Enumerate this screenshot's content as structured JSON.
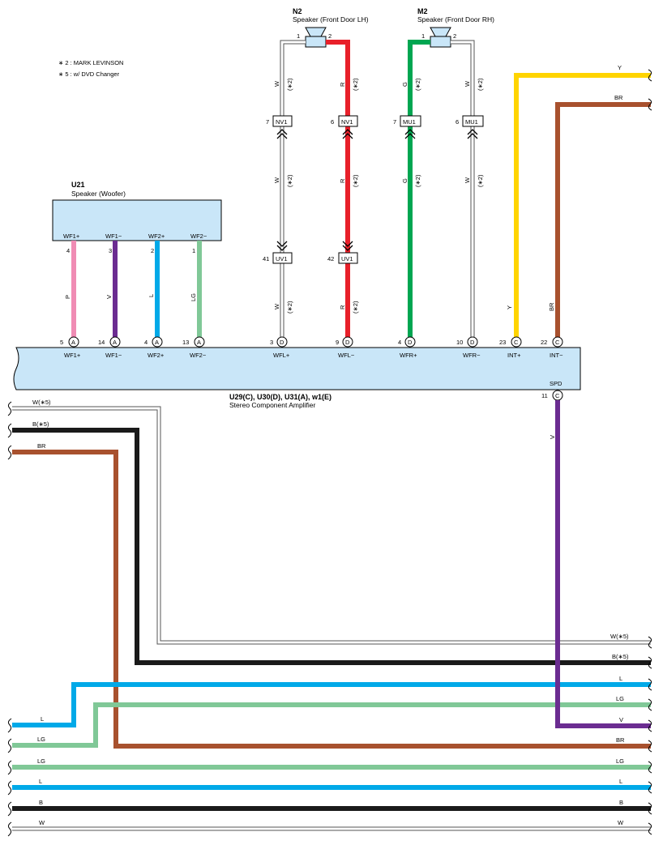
{
  "notes": {
    "n1": "∗ 2 : MARK LEVINSON",
    "n2": "∗ 5 : w/ DVD Changer"
  },
  "speakers": {
    "n2": {
      "id": "N2",
      "name": "Speaker (Front Door LH)",
      "pin1": "1",
      "pin2": "2"
    },
    "m2": {
      "id": "M2",
      "name": "Speaker (Front Door RH)",
      "pin1": "1",
      "pin2": "2"
    }
  },
  "woofer": {
    "id": "U21",
    "name": "Speaker (Woofer)",
    "terminals": [
      {
        "label": "WF1+",
        "pin": "4"
      },
      {
        "label": "WF1−",
        "pin": "3"
      },
      {
        "label": "WF2+",
        "pin": "2"
      },
      {
        "label": "WF2−",
        "pin": "1"
      }
    ]
  },
  "amplifier": {
    "name_ids": "U29(C), U30(D), U31(A), w1(E)",
    "name": "Stereo Component Amplifier",
    "spd_label": "SPD",
    "spd_pin": "11",
    "spd_conn": "C",
    "terminals": [
      {
        "pin": "5",
        "conn": "A",
        "label": "WF1+"
      },
      {
        "pin": "14",
        "conn": "A",
        "label": "WF1−"
      },
      {
        "pin": "4",
        "conn": "A",
        "label": "WF2+"
      },
      {
        "pin": "13",
        "conn": "A",
        "label": "WF2−"
      },
      {
        "pin": "3",
        "conn": "D",
        "label": "WFL+"
      },
      {
        "pin": "9",
        "conn": "D",
        "label": "WFL−"
      },
      {
        "pin": "4",
        "conn": "D",
        "label": "WFR+"
      },
      {
        "pin": "10",
        "conn": "D",
        "label": "WFR−"
      },
      {
        "pin": "23",
        "conn": "C",
        "label": "INT+"
      },
      {
        "pin": "22",
        "conn": "C",
        "label": "INT−"
      }
    ]
  },
  "connectors": {
    "nv1_w": {
      "pin": "7",
      "name": "NV1"
    },
    "nv1_r": {
      "pin": "6",
      "name": "NV1"
    },
    "mu1_g": {
      "pin": "7",
      "name": "MU1"
    },
    "mu1_w": {
      "pin": "6",
      "name": "MU1"
    },
    "uv1_w": {
      "pin": "41",
      "name": "UV1"
    },
    "uv1_r": {
      "pin": "42",
      "name": "UV1"
    }
  },
  "wire_labels": {
    "star2": "(∗2)",
    "W": "W",
    "R": "R",
    "G": "G",
    "P": "P",
    "V": "V",
    "L": "L",
    "LG": "LG",
    "Y": "Y",
    "BR": "BR",
    "B": "B",
    "W5": "W(∗5)",
    "B5": "B(∗5)"
  },
  "bottom_left_labels": [
    "W(∗5)",
    "B(∗5)",
    "BR",
    "L",
    "LG",
    "LG",
    "L",
    "B",
    "W"
  ],
  "bottom_right_labels": [
    "W(∗5)",
    "B(∗5)",
    "L",
    "LG",
    "V",
    "BR",
    "LG",
    "L",
    "B",
    "W"
  ],
  "colors": {
    "white_wire": "#ffffff",
    "red": "#e8202a",
    "green": "#00a651",
    "pink": "#f08cb4",
    "violet": "#6b2c91",
    "blue": "#00a9e8",
    "light_green": "#80c897",
    "yellow": "#ffd400",
    "brown": "#a8512e",
    "black": "#1a1a1a",
    "component_fill": "#c9e6f8"
  }
}
